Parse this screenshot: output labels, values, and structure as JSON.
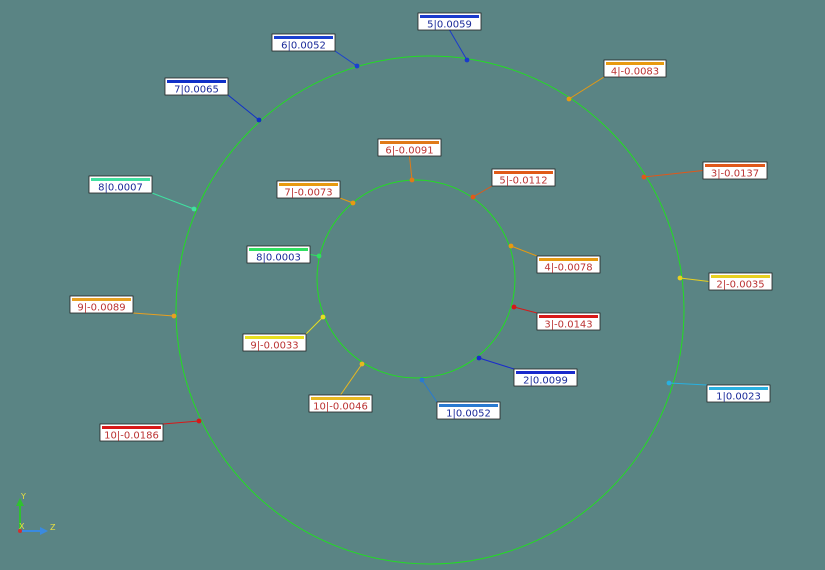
{
  "axes": {
    "vertical": "Y",
    "horizontal": "Z",
    "depth": "X"
  },
  "circles": [
    {
      "name": "outer",
      "color": "#22dd22",
      "points": [
        {
          "label": "5|0.0059",
          "color": "#1a3acc",
          "text_color": "#1a2a99"
        },
        {
          "label": "4|-0.0083",
          "color": "#e89a10",
          "text_color": "#b33"
        },
        {
          "label": "3|-0.0137",
          "color": "#e0581a",
          "text_color": "#b33"
        },
        {
          "label": "2|-0.0035",
          "color": "#e8d020",
          "text_color": "#b33"
        },
        {
          "label": "1|0.0023",
          "color": "#28b0e0",
          "text_color": "#1a2a99"
        },
        {
          "label": "10|-0.0186",
          "color": "#d81818",
          "text_color": "#b33"
        },
        {
          "label": "9|-0.0089",
          "color": "#e8a020",
          "text_color": "#b33"
        },
        {
          "label": "8|0.0007",
          "color": "#40e0a0",
          "text_color": "#1a2a99"
        },
        {
          "label": "7|0.0065",
          "color": "#1030c8",
          "text_color": "#1a2a99"
        },
        {
          "label": "6|0.0052",
          "color": "#1a40d0",
          "text_color": "#1a2a99"
        }
      ]
    },
    {
      "name": "inner",
      "color": "#22dd22",
      "points": [
        {
          "label": "6|-0.0091",
          "color": "#e07a18",
          "text_color": "#b33"
        },
        {
          "label": "5|-0.0112",
          "color": "#e05a18",
          "text_color": "#b33"
        },
        {
          "label": "4|-0.0078",
          "color": "#e89a10",
          "text_color": "#b33"
        },
        {
          "label": "3|-0.0143",
          "color": "#d81818",
          "text_color": "#b33"
        },
        {
          "label": "2|0.0099",
          "color": "#1a2acc",
          "text_color": "#1a2a99"
        },
        {
          "label": "1|0.0052",
          "color": "#2a7ad0",
          "text_color": "#1a2a99"
        },
        {
          "label": "10|-0.0046",
          "color": "#e8b820",
          "text_color": "#b33"
        },
        {
          "label": "9|-0.0033",
          "color": "#e8e020",
          "text_color": "#b33"
        },
        {
          "label": "8|0.0003",
          "color": "#30e060",
          "text_color": "#1a2a99"
        },
        {
          "label": "7|-0.0073",
          "color": "#e89a10",
          "text_color": "#b33"
        }
      ]
    }
  ]
}
